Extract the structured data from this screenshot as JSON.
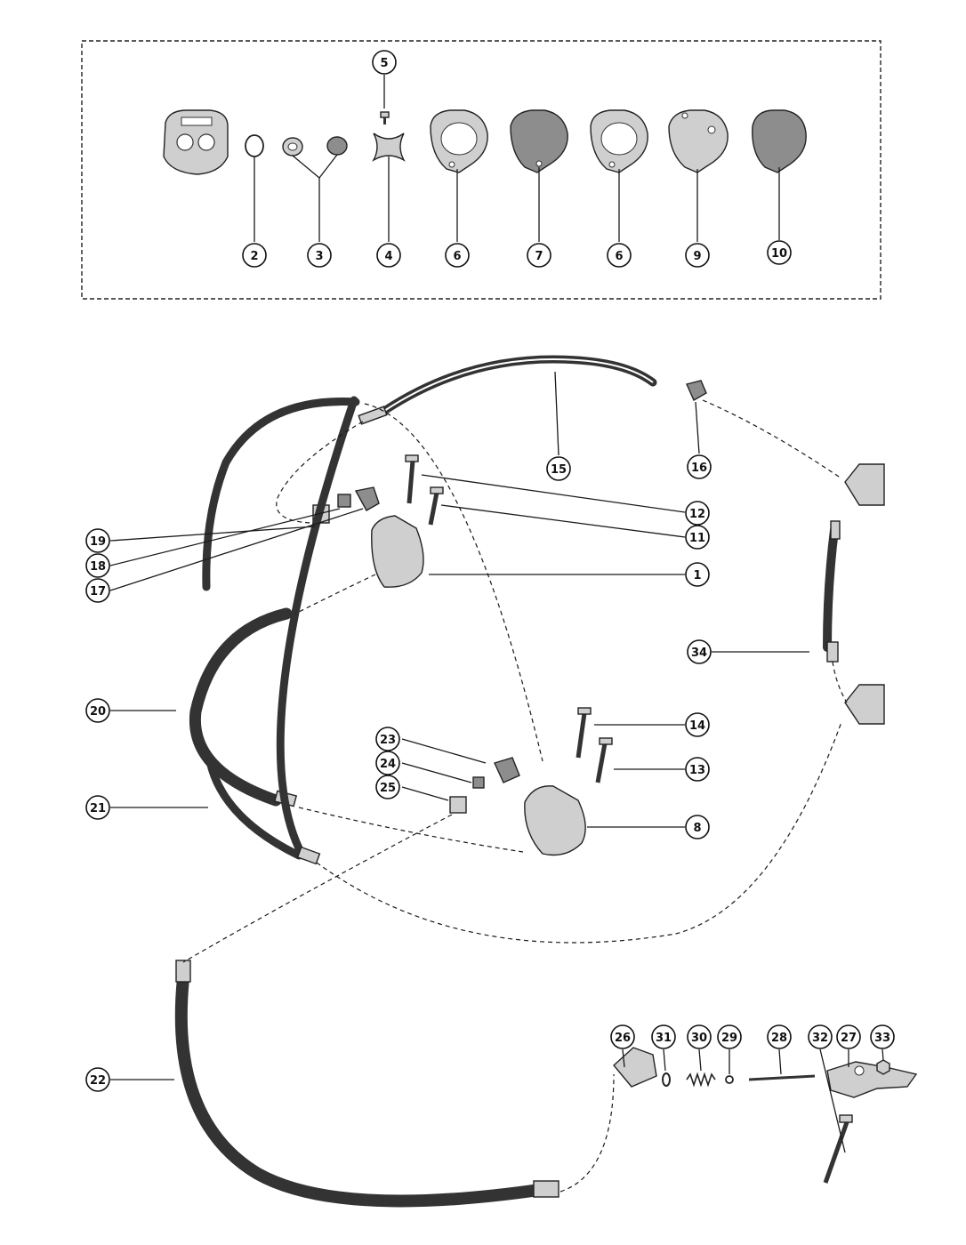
{
  "callouts": [
    {
      "id": "c2",
      "label": "2"
    },
    {
      "id": "c3",
      "label": "3"
    },
    {
      "id": "c4",
      "label": "4"
    },
    {
      "id": "c5",
      "label": "5"
    },
    {
      "id": "c6a",
      "label": "6"
    },
    {
      "id": "c7",
      "label": "7"
    },
    {
      "id": "c6b",
      "label": "6"
    },
    {
      "id": "c9",
      "label": "9"
    },
    {
      "id": "c10",
      "label": "10"
    },
    {
      "id": "c15",
      "label": "15"
    },
    {
      "id": "c16",
      "label": "16"
    },
    {
      "id": "c12",
      "label": "12"
    },
    {
      "id": "c11",
      "label": "11"
    },
    {
      "id": "c1",
      "label": "1"
    },
    {
      "id": "c19",
      "label": "19"
    },
    {
      "id": "c18",
      "label": "18"
    },
    {
      "id": "c17",
      "label": "17"
    },
    {
      "id": "c34",
      "label": "34"
    },
    {
      "id": "c20",
      "label": "20"
    },
    {
      "id": "c14",
      "label": "14"
    },
    {
      "id": "c23",
      "label": "23"
    },
    {
      "id": "c24",
      "label": "24"
    },
    {
      "id": "c25",
      "label": "25"
    },
    {
      "id": "c13",
      "label": "13"
    },
    {
      "id": "c21",
      "label": "21"
    },
    {
      "id": "c8",
      "label": "8"
    },
    {
      "id": "c22",
      "label": "22"
    },
    {
      "id": "c26",
      "label": "26"
    },
    {
      "id": "c31",
      "label": "31"
    },
    {
      "id": "c30",
      "label": "30"
    },
    {
      "id": "c29",
      "label": "29"
    },
    {
      "id": "c28",
      "label": "28"
    },
    {
      "id": "c32",
      "label": "32"
    },
    {
      "id": "c27",
      "label": "27"
    },
    {
      "id": "c33",
      "label": "33"
    }
  ]
}
